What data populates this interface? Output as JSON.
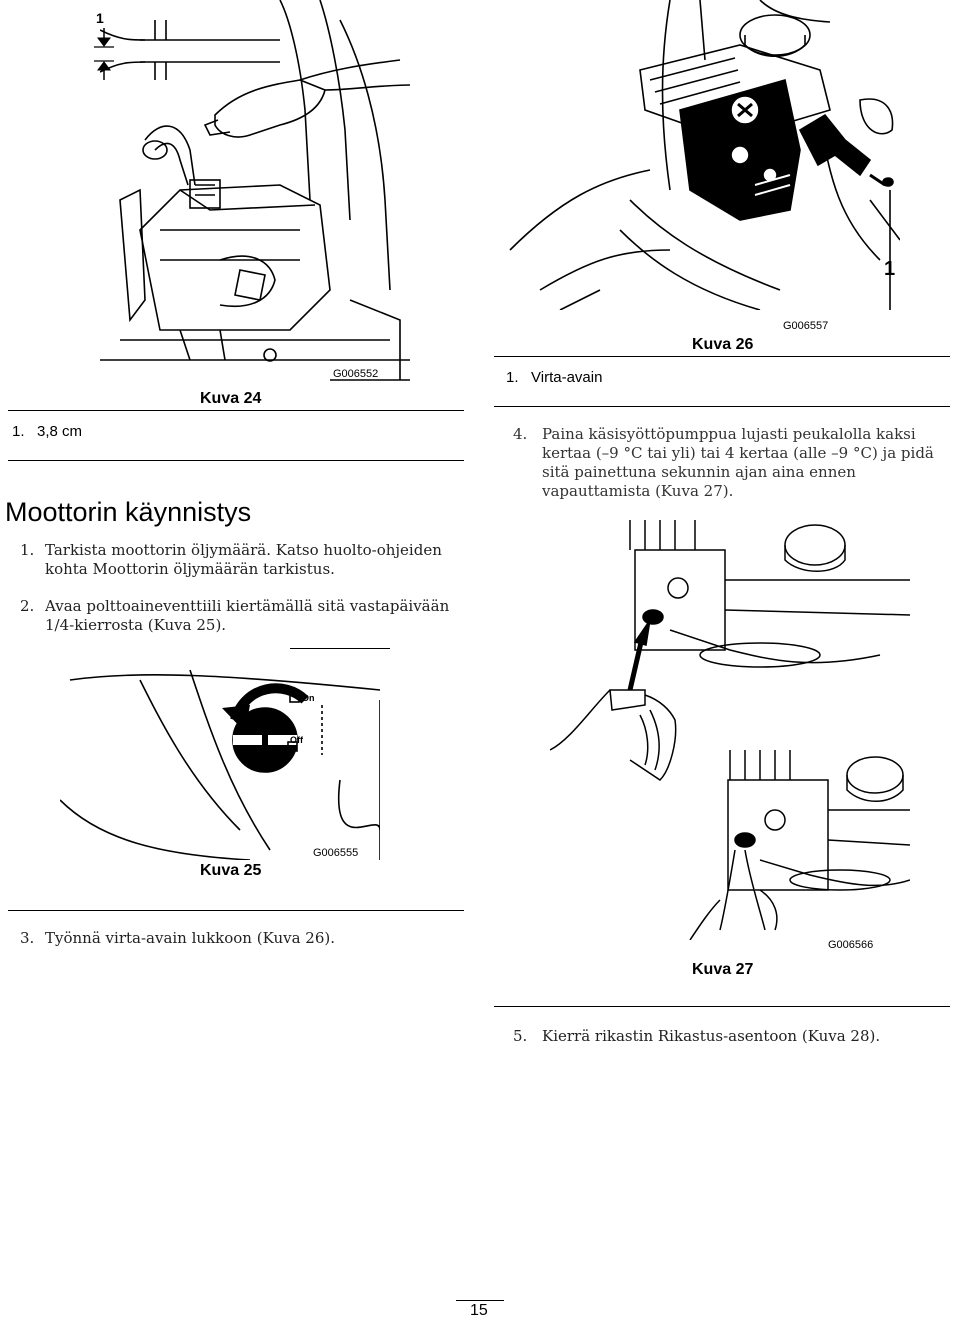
{
  "figures": {
    "fig24": {
      "caption": "Kuva 24",
      "code": "G006552",
      "callout": "1",
      "legend": "1.   3,8 cm"
    },
    "fig25": {
      "caption": "Kuva 25",
      "code": "G006555",
      "label_on": "On",
      "label_off": "Off"
    },
    "fig26": {
      "caption": "Kuva 26",
      "code": "G006557",
      "callout": "1",
      "legend": "1.   Virta-avain"
    },
    "fig27": {
      "caption": "Kuva 27",
      "code": "G006566"
    }
  },
  "section": {
    "heading": "Moottorin käynnistys",
    "step1": {
      "num": "1.",
      "text": "Tarkista moottorin öljymäärä. Katso huolto-ohjeiden kohta Moottorin öljymäärän tarkistus."
    },
    "step2": {
      "num": "2.",
      "text": "Avaa polttoaineventtiili kiertämällä sitä vastapäivään 1/4-kierrosta (Kuva 25)."
    },
    "step3": {
      "num": "3.",
      "text": "Työnnä virta-avain lukkoon (Kuva 26)."
    },
    "step4": {
      "num": "4.",
      "text": "Paina käsisyöttöpumppua lujasti peukalolla kaksi kertaa (–9 °C tai yli) tai 4 kertaa (alle –9 °C) ja pidä sitä painettuna sekunnin ajan aina ennen vapauttamista (Kuva 27)."
    },
    "step5": {
      "num": "5.",
      "text": "Kierrä rikastin Rikastus-asentoon (Kuva 28)."
    }
  },
  "page_number": "15"
}
